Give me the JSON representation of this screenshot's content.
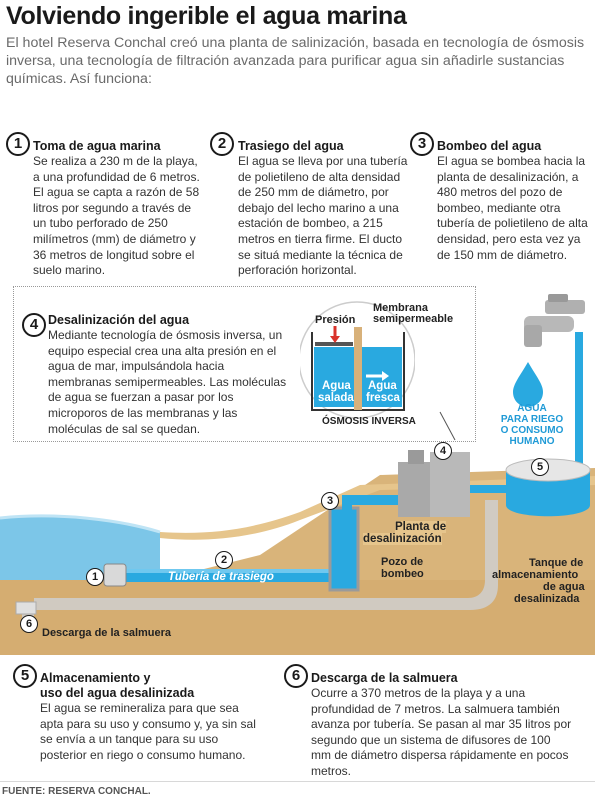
{
  "header": {
    "title": "Volviendo ingerible el agua marina",
    "intro": "El hotel Reserva Conchal creó una planta de salinización, basada en tecnología de ósmosis inversa, una tecnología de filtración avanzada para purificar agua sin añadirle sustancias químicas. Así funciona:"
  },
  "steps": [
    {
      "num": "1",
      "title": "Toma de agua marina",
      "body": "Se realiza a 230 m de la playa, a una profundidad de 6 metros. El agua se capta a razón de 58 litros por segundo a través de un tubo perforado de 250 milímetros (mm) de diámetro y 36 metros  de longitud sobre el suelo marino."
    },
    {
      "num": "2",
      "title": "Trasiego del agua",
      "body": "El agua se lleva por una tubería de polietileno de alta densidad de 250 mm de diámetro, por debajo del lecho marino a una estación de bombeo, a 215 metros en tierra firme. El ducto se situá mediante la técnica de perforación horizontal."
    },
    {
      "num": "3",
      "title": "Bombeo del agua",
      "body": "El agua se bombea hacia la planta de desalinización, a 480 metros del pozo de bombeo, mediante otra tubería de polietileno de alta densidad, pero esta vez ya de 150 mm de diámetro."
    },
    {
      "num": "4",
      "title": "Desalinización del agua",
      "body": "Mediante tecnología de ósmosis inversa, un equipo especial crea una alta presión en el agua de mar, impulsándola hacia membranas semipermeables. Las moléculas de agua se fuerzan a pasar por los microporos de las membranas y las moléculas de sal se quedan."
    },
    {
      "num": "5",
      "title_line1": "Almacenamiento y",
      "title_line2": "uso del agua desalinizada",
      "body": "El agua se remineraliza para que sea apta para su uso y consumo y, ya sin sal se envía a un tanque para su uso posterior en riego o consumo humano."
    },
    {
      "num": "6",
      "title": "Descarga de la salmuera",
      "body": "Ocurre a 370 metros de la playa y a una profundidad de 7 metros. La salmuera también avanza por tubería. Se pasan al mar 35 litros por segundo que un sistema de difusores de 100 mm de diámetro  dispersa rápidamente en pocos metros."
    }
  ],
  "osmosis": {
    "presion": "Presión",
    "membrana": "Membrana",
    "membrana2": "semipermeable",
    "agua_salada_1": "Agua",
    "agua_salada_2": "salada",
    "agua_fresca_1": "Agua",
    "agua_fresca_2": "fresca",
    "caption": "ÓSMOSIS INVERSA"
  },
  "diagram": {
    "tuberia": "Tubería de trasiego",
    "planta_1": "Planta de",
    "planta_2": "desalinización",
    "pozo_1": "Pozo de",
    "pozo_2": "bombeo",
    "tanque_1": "Tanque de",
    "tanque_2": "almacenamiento",
    "tanque_3": "de agua",
    "tanque_4": "desalinizada",
    "descarga": "Descarga de la salmuera",
    "agua_uso_1": "AGUA",
    "agua_uso_2": "PARA RIEGO",
    "agua_uso_3": "O CONSUMO",
    "agua_uso_4": "HUMANO",
    "badges": [
      "1",
      "2",
      "3",
      "4",
      "5",
      "6"
    ]
  },
  "colors": {
    "water": "#29a9e0",
    "sand": "#d9b47a",
    "sea": "#7cc6e8",
    "sky": "#ffffff"
  },
  "footer": "FUENTE: RESERVA CONCHAL."
}
